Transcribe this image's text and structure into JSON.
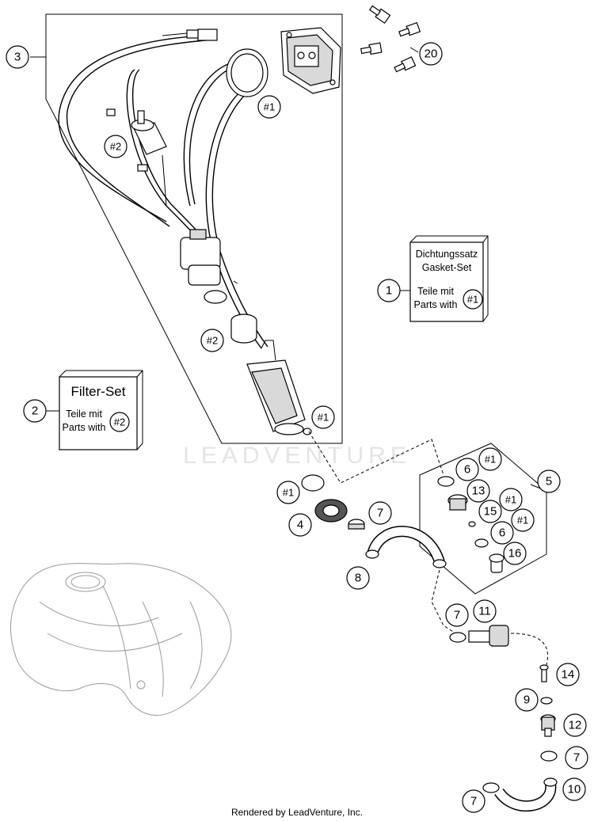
{
  "callouts": {
    "c1": "1",
    "c2": "2",
    "c3": "3",
    "c4": "4",
    "c5": "5",
    "c6a": "6",
    "c6b": "6",
    "c7a": "7",
    "c7b": "7",
    "c7c": "7",
    "c7d": "7",
    "c8": "8",
    "c9": "9",
    "c10": "10",
    "c11": "11",
    "c12": "12",
    "c13": "13",
    "c14": "14",
    "c15": "15",
    "c16": "16",
    "c20": "20"
  },
  "refs": {
    "r1a": "#1",
    "r1b": "#1",
    "r1c": "#1",
    "r1d": "#1",
    "r1e": "#1",
    "r1f": "#1",
    "r2a": "#2",
    "r2b": "#2"
  },
  "gasket_box": {
    "line1": "Dichtungssatz",
    "line2": "Gasket-Set",
    "line3": "Teile mit",
    "line4": "Parts with",
    "ref": "#1"
  },
  "filter_box": {
    "title": "Filter-Set",
    "line1": "Teile mit",
    "line2": "Parts with",
    "ref": "#2"
  },
  "watermark": "LEADVENTURE",
  "footer": "Rendered by LeadVenture, Inc."
}
